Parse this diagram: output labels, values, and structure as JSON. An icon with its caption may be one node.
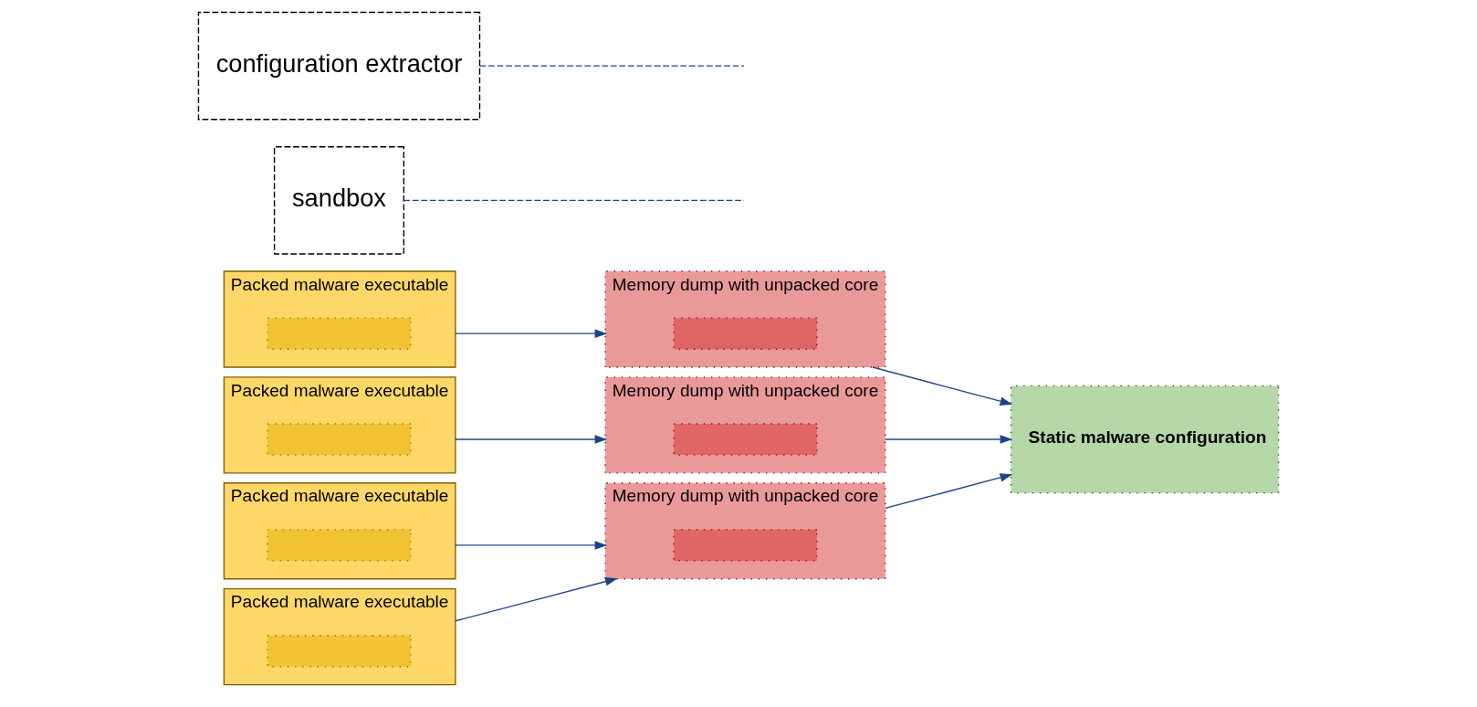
{
  "diagram": {
    "nodes": [
      {
        "text": [
          "Packed malware executable"
        ]
      },
      {
        "text": [],
        "shape": "box",
        "in": 0
      },
      {
        "text": [
          "Packed malware executable"
        ]
      },
      {
        "text": [],
        "shape": "box",
        "in": 2
      },
      {
        "text": [
          "Packed malware executable"
        ]
      },
      {
        "text": [],
        "shape": "box",
        "in": 4
      },
      {
        "text": [
          "Packed malware executable"
        ]
      },
      {
        "text": [],
        "shape": "box",
        "in": 6
      },
      {
        "text": [
          "Memory dump with unpacked core"
        ]
      },
      {
        "text": [],
        "shape": "box",
        "in": 8
      },
      {
        "text": [
          "Memory dump with unpacked core"
        ]
      },
      {
        "text": [],
        "shape": "box",
        "in": 10
      },
      {
        "text": [
          "Memory dump with unpacked core"
        ]
      },
      {
        "text": [],
        "shape": "box",
        "in": 12
      },
      {
        "text": [
          "Static malware configuration"
        ]
      },
      {
        "text": [
          "sandbox"
        ]
      },
      {
        "text": [
          "configuration extractor"
        ]
      }
    ],
    "edges": [
      {
        "from": 0,
        "to": 8,
        "arrow": "to"
      },
      {
        "from": 2,
        "to": 10,
        "arrow": "to"
      },
      {
        "from": 4,
        "to": 12,
        "arrow": "to"
      },
      {
        "from": 6,
        "to": 12,
        "arrow": "to"
      },
      {
        "from": 8,
        "to": 14,
        "arrow": "to"
      },
      {
        "from": 10,
        "to": 14,
        "arrow": "to"
      },
      {
        "from": 12,
        "to": 14,
        "arrow": "to"
      },
      {
        "from": 15,
        "to": null,
        "arrow": "none",
        "style": "dashed"
      },
      {
        "from": 16,
        "to": null,
        "arrow": "none",
        "style": "dashed"
      }
    ]
  }
}
